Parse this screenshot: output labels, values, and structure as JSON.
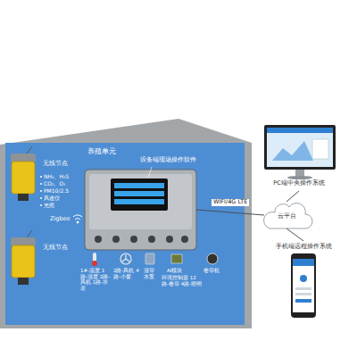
{
  "diagram": {
    "nodes": [
      {
        "text": [
          "养殖单元"
        ]
      },
      {
        "text": [
          "设备端现场操作软件"
        ],
        "in": 0
      },
      {
        "text": [
          "无线节点"
        ],
        "in": 0
      },
      {
        "text": [
          "无线节点"
        ],
        "in": 0
      },
      {
        "text": [
          "云平台"
        ]
      },
      {
        "text": [
          "PC端中央操作系统"
        ]
      },
      {
        "text": [
          "手机端远程操作系统"
        ]
      }
    ],
    "edges": [
      {
        "from": 1,
        "to": 4,
        "label": "WIFI/4G LTE",
        "arrow": "none"
      },
      {
        "from": 4,
        "to": 5,
        "arrow": "none"
      },
      {
        "from": 4,
        "to": 6,
        "arrow": "none"
      }
    ],
    "labels": [
      "NH₃、H₂S",
      "CO₂、O₂",
      "PM10/2.5",
      "风速仪",
      "光照",
      "Zigbee",
      "1#-温度 1路-湿度 2路-风机 1路-水表",
      "2路-风机 4路-小窗",
      "湿帘 水泵",
      "AI模块",
      "环境控制器 12路-卷帘 4路-照明",
      "卷帘机"
    ]
  }
}
